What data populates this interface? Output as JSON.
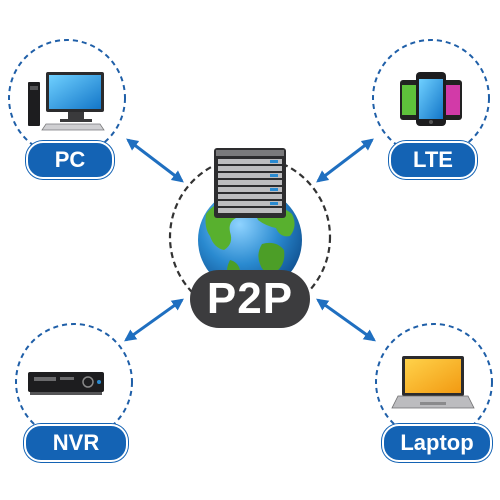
{
  "center": {
    "label": "P2P"
  },
  "devices": [
    {
      "id": "pc",
      "label": "PC",
      "icon": "desktop-computer-icon"
    },
    {
      "id": "lte",
      "label": "LTE",
      "icon": "smartphones-icon"
    },
    {
      "id": "nvr",
      "label": "NVR",
      "icon": "nvr-recorder-icon"
    },
    {
      "id": "laptop",
      "label": "Laptop",
      "icon": "laptop-icon"
    }
  ],
  "colors": {
    "accent": "#1463b4",
    "dashed_ring": "#1f5fa8",
    "center_pill": "#3c3c3e",
    "globe_ocean": "#2a8ad0",
    "globe_land": "#58b02e"
  }
}
